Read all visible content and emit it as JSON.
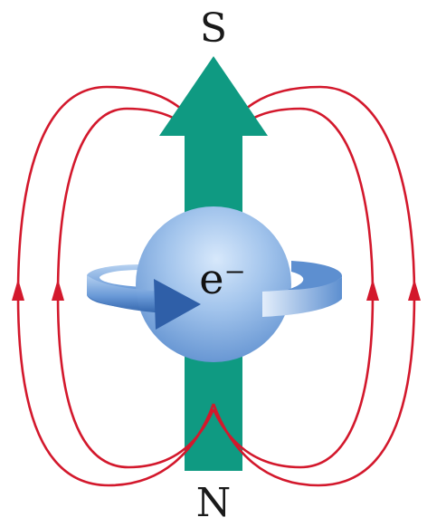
{
  "diagram": {
    "top_pole_label": "S",
    "bottom_pole_label": "N",
    "electron_label": "e⁻",
    "colors": {
      "moment_arrow": "#0f9a82",
      "field_lines": "#d3182c",
      "electron_sphere": "#78a8dc",
      "spin_arrow": "#4a82c8"
    }
  }
}
